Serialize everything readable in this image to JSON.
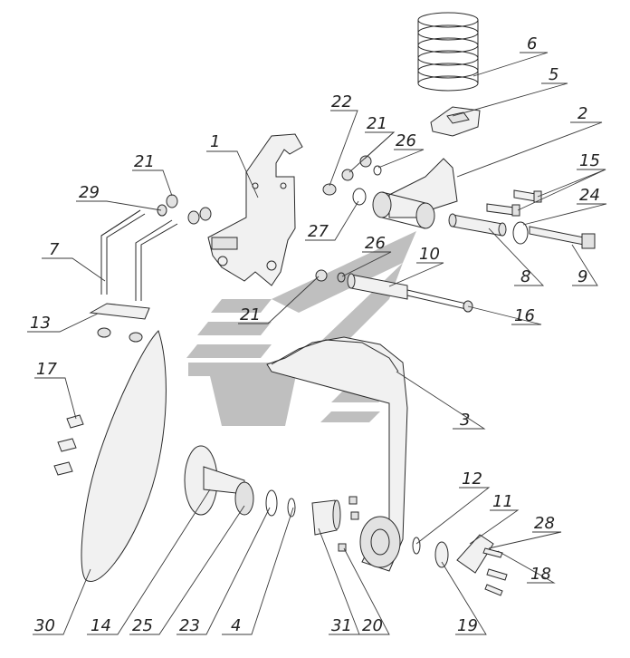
{
  "diagram": {
    "callouts": [
      {
        "id": "c1",
        "text": "1"
      },
      {
        "id": "c2",
        "text": "2"
      },
      {
        "id": "c3",
        "text": "3"
      },
      {
        "id": "c4",
        "text": "4"
      },
      {
        "id": "c5",
        "text": "5"
      },
      {
        "id": "c6",
        "text": "6"
      },
      {
        "id": "c7",
        "text": "7"
      },
      {
        "id": "c8",
        "text": "8"
      },
      {
        "id": "c9",
        "text": "9"
      },
      {
        "id": "c10",
        "text": "10"
      },
      {
        "id": "c11",
        "text": "11"
      },
      {
        "id": "c12",
        "text": "12"
      },
      {
        "id": "c13",
        "text": "13"
      },
      {
        "id": "c14",
        "text": "14"
      },
      {
        "id": "c15",
        "text": "15"
      },
      {
        "id": "c16",
        "text": "16"
      },
      {
        "id": "c17",
        "text": "17"
      },
      {
        "id": "c18",
        "text": "18"
      },
      {
        "id": "c19",
        "text": "19"
      },
      {
        "id": "c20",
        "text": "20"
      },
      {
        "id": "c21a",
        "text": "21"
      },
      {
        "id": "c21b",
        "text": "21"
      },
      {
        "id": "c21c",
        "text": "21"
      },
      {
        "id": "c22",
        "text": "22"
      },
      {
        "id": "c23",
        "text": "23"
      },
      {
        "id": "c24",
        "text": "24"
      },
      {
        "id": "c25",
        "text": "25"
      },
      {
        "id": "c26a",
        "text": "26"
      },
      {
        "id": "c26b",
        "text": "26"
      },
      {
        "id": "c27",
        "text": "27"
      },
      {
        "id": "c28",
        "text": "28"
      },
      {
        "id": "c29",
        "text": "29"
      },
      {
        "id": "c30",
        "text": "30"
      },
      {
        "id": "c31",
        "text": "31"
      }
    ],
    "watermark_color": "#b4b4b4",
    "line_color": "#2a2a2a"
  }
}
